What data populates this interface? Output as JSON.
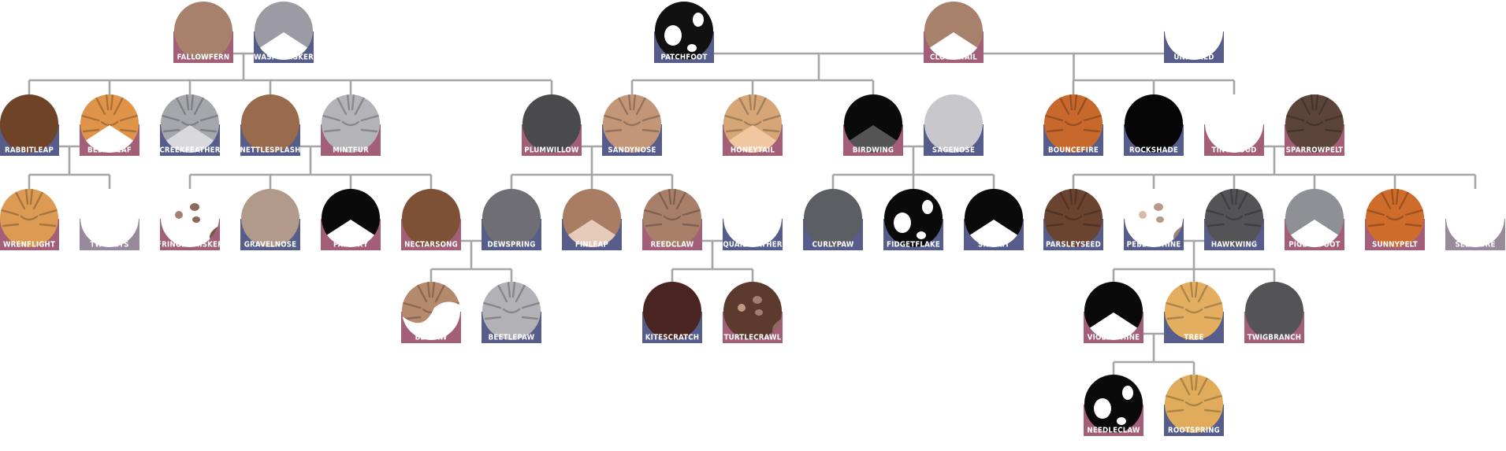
{
  "colors": {
    "male": "#565d8b",
    "female": "#a45f78",
    "unknown": "#988a9c",
    "line": "#a6a6a6",
    "label_text": "#ffffff"
  },
  "cats": [
    {
      "id": "fallowfern",
      "name": "FALLOWFERN",
      "sex": "female",
      "pattern": "solid",
      "base": "#a7816b",
      "accent": "#a7816b"
    },
    {
      "id": "waspwhisker",
      "name": "WASPWHISKER",
      "sex": "male",
      "pattern": "bicolor",
      "base": "#9c9ba4",
      "accent": "#ffffff"
    },
    {
      "id": "patchfoot",
      "name": "PATCHFOOT",
      "sex": "male",
      "pattern": "patched",
      "base": "#111111",
      "accent": "#ffffff"
    },
    {
      "id": "clovertail",
      "name": "CLOVERTAIL",
      "sex": "female",
      "pattern": "bicolor",
      "base": "#a7816b",
      "accent": "#ffffff"
    },
    {
      "id": "unnamed",
      "name": "UNNAMED",
      "sex": "male",
      "pattern": "none",
      "base": "#ffffff",
      "accent": "#ffffff"
    },
    {
      "id": "rabbitleap",
      "name": "RABBITLEAP",
      "sex": "male",
      "pattern": "solid",
      "base": "#6e4327",
      "accent": "#6e4327"
    },
    {
      "id": "bellaleaf",
      "name": "BELLALEAF",
      "sex": "female",
      "pattern": "tabby-bicolor",
      "base": "#e0944a",
      "accent": "#ffffff"
    },
    {
      "id": "creekfeather",
      "name": "CREEKFEATHER",
      "sex": "male",
      "pattern": "tabby-bicolor",
      "base": "#a6a6ad",
      "accent": "#d9d9dd"
    },
    {
      "id": "nettlesplash",
      "name": "NETTLESPLASH",
      "sex": "male",
      "pattern": "solid",
      "base": "#9a6a4c",
      "accent": "#9a6a4c"
    },
    {
      "id": "mintfur",
      "name": "MINTFUR",
      "sex": "female",
      "pattern": "tabby",
      "base": "#b3b3b8",
      "accent": "#b3b3b8"
    },
    {
      "id": "plumwillow",
      "name": "PLUMWILLOW",
      "sex": "female",
      "pattern": "solid",
      "base": "#4a4a4d",
      "accent": "#4a4a4d"
    },
    {
      "id": "sandynose",
      "name": "SANDYNOSE",
      "sex": "male",
      "pattern": "tabby",
      "base": "#c39677",
      "accent": "#c39677"
    },
    {
      "id": "honeytail",
      "name": "HONEYTAIL",
      "sex": "female",
      "pattern": "tabby-bicolor",
      "base": "#d6a677",
      "accent": "#f0c7a0"
    },
    {
      "id": "birdwing",
      "name": "BIRDWING",
      "sex": "female",
      "pattern": "bicolor",
      "base": "#0a0a0a",
      "accent": "#555555"
    },
    {
      "id": "sagenose",
      "name": "SAGENOSE",
      "sex": "male",
      "pattern": "solid",
      "base": "#c7c7cc",
      "accent": "#c7c7cc"
    },
    {
      "id": "bouncefire",
      "name": "BOUNCEFIRE",
      "sex": "male",
      "pattern": "tabby",
      "base": "#c7692c",
      "accent": "#c7692c"
    },
    {
      "id": "rockshade",
      "name": "ROCKSHADE",
      "sex": "male",
      "pattern": "solid",
      "base": "#050505",
      "accent": "#050505"
    },
    {
      "id": "tinycloud",
      "name": "TINYCLOUD",
      "sex": "female",
      "pattern": "none",
      "base": "#ffffff",
      "accent": "#ffffff"
    },
    {
      "id": "sparrowpelt",
      "name": "SPARROWPELT",
      "sex": "female",
      "pattern": "tabby",
      "base": "#5c4538",
      "accent": "#5c4538"
    },
    {
      "id": "wrenflight",
      "name": "WRENFLIGHT",
      "sex": "female",
      "pattern": "tabby",
      "base": "#dd9a52",
      "accent": "#dd9a52"
    },
    {
      "id": "twokits",
      "name": "TWO KITS",
      "sex": "unknown",
      "pattern": "none",
      "base": "#ffffff",
      "accent": "#ffffff"
    },
    {
      "id": "fringewhisker",
      "name": "FRINGEWHISKER",
      "sex": "female",
      "pattern": "spotted",
      "base": "#ffffff",
      "accent": "#8a6a5a"
    },
    {
      "id": "gravelnose",
      "name": "GRAVELNOSE",
      "sex": "male",
      "pattern": "solid",
      "base": "#b29a8a",
      "accent": "#b29a8a"
    },
    {
      "id": "palesky",
      "name": "PALESKY",
      "sex": "female",
      "pattern": "bicolor",
      "base": "#0a0a0a",
      "accent": "#ffffff"
    },
    {
      "id": "nectarsong",
      "name": "NECTARSONG",
      "sex": "female",
      "pattern": "solid",
      "base": "#7e5136",
      "accent": "#7e5136"
    },
    {
      "id": "dewspring",
      "name": "DEWSPRING",
      "sex": "male",
      "pattern": "solid",
      "base": "#6e6e74",
      "accent": "#6e6e74"
    },
    {
      "id": "finleap",
      "name": "FINLEAP",
      "sex": "male",
      "pattern": "bicolor",
      "base": "#a97c64",
      "accent": "#e6cbbb"
    },
    {
      "id": "reedclaw",
      "name": "REEDCLAW",
      "sex": "female",
      "pattern": "tabby",
      "base": "#a8806a",
      "accent": "#a8806a"
    },
    {
      "id": "quailfeather",
      "name": "QUAILFEATHER",
      "sex": "male",
      "pattern": "none",
      "base": "#ffffff",
      "accent": "#ffffff"
    },
    {
      "id": "curlypaw",
      "name": "CURLYPAW",
      "sex": "male",
      "pattern": "solid",
      "base": "#5d5e63",
      "accent": "#5d5e63"
    },
    {
      "id": "fidgetflake",
      "name": "FIDGETFLAKE",
      "sex": "male",
      "pattern": "patched",
      "base": "#0a0a0a",
      "accent": "#ffffff"
    },
    {
      "id": "snipkit",
      "name": "SNIPKIT",
      "sex": "male",
      "pattern": "bicolor",
      "base": "#0a0a0a",
      "accent": "#ffffff"
    },
    {
      "id": "parsleyseed",
      "name": "PARSLEYSEED",
      "sex": "male",
      "pattern": "tabby",
      "base": "#6b4331",
      "accent": "#6b4331"
    },
    {
      "id": "pebbleshine",
      "name": "PEBBLESHINE",
      "sex": "male",
      "pattern": "spotted",
      "base": "#ffffff",
      "accent": "#b79a88"
    },
    {
      "id": "hawkwing",
      "name": "HAWKWING",
      "sex": "male",
      "pattern": "tabby",
      "base": "#545456",
      "accent": "#545456"
    },
    {
      "id": "pigeonfoot",
      "name": "PIGEONFOOT",
      "sex": "female",
      "pattern": "bicolor",
      "base": "#8e9096",
      "accent": "#ffffff"
    },
    {
      "id": "sunnypelt",
      "name": "SUNNYPELT",
      "sex": "female",
      "pattern": "tabby",
      "base": "#cf6c2b",
      "accent": "#cf6c2b"
    },
    {
      "id": "seemore",
      "name": "SEE MORE",
      "sex": "unknown",
      "pattern": "none",
      "base": "#ffffff",
      "accent": "#ffffff"
    },
    {
      "id": "beepaw",
      "name": "BEEPAW",
      "sex": "female",
      "pattern": "patched-tabby",
      "base": "#b4896c",
      "accent": "#ffffff"
    },
    {
      "id": "beetlepaw",
      "name": "BEETLEPAW",
      "sex": "male",
      "pattern": "tabby",
      "base": "#b1b1b6",
      "accent": "#b1b1b6"
    },
    {
      "id": "kitescratch",
      "name": "KITESCRATCH",
      "sex": "male",
      "pattern": "solid",
      "base": "#4a2420",
      "accent": "#4a2420"
    },
    {
      "id": "turtlecrawl",
      "name": "TURTLECRAWL",
      "sex": "female",
      "pattern": "spotted",
      "base": "#5c3a2d",
      "accent": "#a08070"
    },
    {
      "id": "violetshine",
      "name": "VIOLETSHINE",
      "sex": "female",
      "pattern": "bicolor",
      "base": "#0a0a0a",
      "accent": "#ffffff"
    },
    {
      "id": "tree",
      "name": "TREE",
      "sex": "male",
      "pattern": "tabby",
      "base": "#e3ae60",
      "accent": "#e3ae60"
    },
    {
      "id": "twigbranch",
      "name": "TWIGBRANCH",
      "sex": "female",
      "pattern": "solid",
      "base": "#545456",
      "accent": "#545456"
    },
    {
      "id": "needleclaw",
      "name": "NEEDLECLAW",
      "sex": "female",
      "pattern": "patched",
      "base": "#0a0a0a",
      "accent": "#ffffff"
    },
    {
      "id": "rootspring",
      "name": "ROOTSPRING",
      "sex": "male",
      "pattern": "tabby",
      "base": "#e0ac5c",
      "accent": "#e0ac5c"
    }
  ],
  "relationships": [
    {
      "parents": [
        "fallowfern",
        "waspwhisker"
      ],
      "children": [
        "rabbitleap",
        "bellaleaf",
        "creekfeather",
        "nettlesplash",
        "mintfur",
        "plumwillow"
      ]
    },
    {
      "parents": [
        "patchfoot",
        "clovertail"
      ],
      "children": [
        "sandynose",
        "honeytail",
        "birdwing"
      ]
    },
    {
      "parents": [
        "clovertail",
        "unnamed"
      ],
      "children": [
        "bouncefire",
        "rockshade",
        "tinycloud"
      ]
    },
    {
      "parents": [
        "rabbitleap",
        "bellaleaf"
      ],
      "children": [
        "wrenflight",
        "twokits"
      ]
    },
    {
      "parents": [
        "nettlesplash",
        "mintfur"
      ],
      "children": [
        "fringewhisker",
        "gravelnose",
        "palesky",
        "nectarsong"
      ]
    },
    {
      "parents": [
        "plumwillow",
        "sandynose"
      ],
      "children": [
        "dewspring",
        "finleap",
        "reedclaw"
      ]
    },
    {
      "parents": [
        "birdwing",
        "sagenose"
      ],
      "children": [
        "curlypaw",
        "fidgetflake",
        "snipkit"
      ]
    },
    {
      "parents": [
        "tinycloud",
        "sparrowpelt"
      ],
      "children": [
        "parsleyseed",
        "pebbleshine",
        "hawkwing",
        "pigeonfoot",
        "sunnypelt",
        "seemore"
      ]
    },
    {
      "parents": [
        "nectarsong",
        "dewspring"
      ],
      "children": [
        "beepaw",
        "beetlepaw"
      ]
    },
    {
      "parents": [
        "reedclaw",
        "quailfeather"
      ],
      "children": [
        "kitescratch",
        "turtlecrawl"
      ]
    },
    {
      "parents": [
        "pebbleshine",
        "hawkwing"
      ],
      "children": [
        "violetshine",
        "tree",
        "twigbranch"
      ]
    },
    {
      "parents": [
        "violetshine",
        "tree"
      ],
      "children": [
        "needleclaw",
        "rootspring"
      ]
    }
  ]
}
